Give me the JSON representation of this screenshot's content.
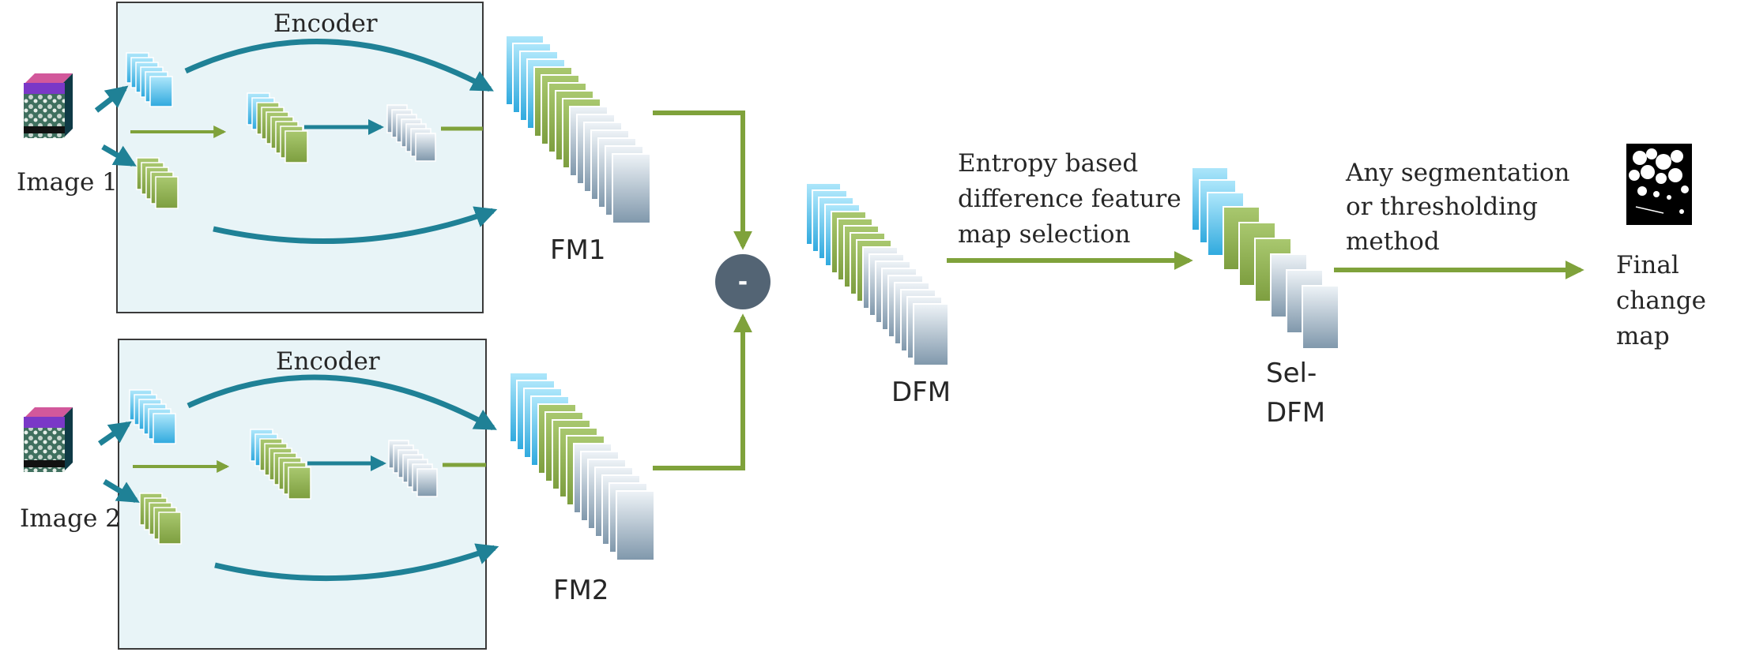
{
  "encoder_top": {
    "title": "Encoder"
  },
  "encoder_bottom": {
    "title": "Encoder"
  },
  "inputs": {
    "image1": "Image 1",
    "image2": "Image 2"
  },
  "feature_maps": {
    "fm1": "FM1",
    "fm2": "FM2",
    "dfm": "DFM",
    "sel_dfm_line1": "Sel-",
    "sel_dfm_line2": "DFM"
  },
  "operator": {
    "symbol": "-"
  },
  "steps": {
    "selection_line1": "Entropy based",
    "selection_line2": "difference feature",
    "selection_line3": "map selection",
    "segmentation_line1": "Any segmentation",
    "segmentation_line2": "or thresholding",
    "segmentation_line3": "method"
  },
  "output": {
    "line1": "Final",
    "line2": "change",
    "line3": "map"
  },
  "colors": {
    "teal": "#1f8196",
    "green": "#7fa23b",
    "blue_light": "#5cc8ef",
    "green_fill": "#93b657",
    "grey_fill": "#b3c4d3",
    "encoder_bg": "#e8f4f7",
    "operator_bg": "#536474"
  }
}
